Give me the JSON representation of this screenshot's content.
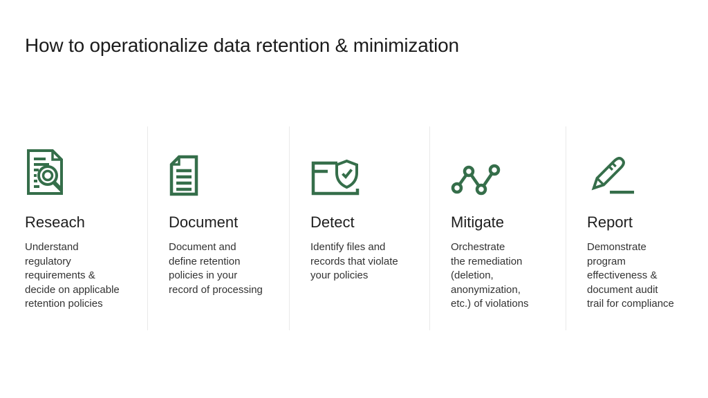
{
  "page": {
    "title": "How to operationalize data retention & minimization",
    "background_color": "#ffffff",
    "accent_green": "#356e4a",
    "divider_color": "#e9e9e9"
  },
  "steps": [
    {
      "icon": "document-magnifier-icon",
      "title": "Reseach",
      "description": "Understand\nregulatory\nrequirements &\ndecide on applicable\nretention policies"
    },
    {
      "icon": "document-lines-icon",
      "title": "Document",
      "description": "Document and\ndefine retention\npolicies in your\nrecord of processing"
    },
    {
      "icon": "files-shield-check-icon",
      "title": "Detect",
      "description": "Identify files and\nrecords that violate\nyour policies"
    },
    {
      "icon": "connected-nodes-icon",
      "title": "Mitigate",
      "description": "Orchestrate\nthe remediation\n(deletion,\nanonymization,\n etc.) of violations"
    },
    {
      "icon": "pencil-underline-icon",
      "title": "Report",
      "description": "Demonstrate\nprogram\neffectiveness &\ndocument audit\ntrail for compliance"
    }
  ]
}
